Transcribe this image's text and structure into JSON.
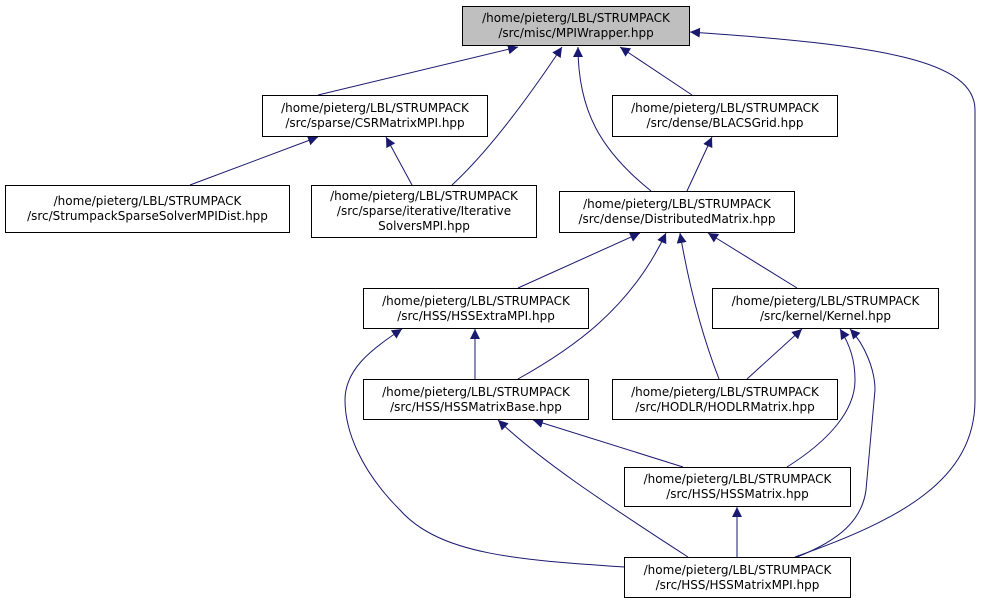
{
  "colors": {
    "edge": "#191970",
    "root_fill": "#bfbfbf",
    "node_fill": "#ffffff",
    "border": "#000000"
  },
  "nodes": {
    "mpiwrapper": [
      "/home/pieterg/LBL/STRUMPACK",
      "/src/misc/MPIWrapper.hpp"
    ],
    "csrmatrixmpi": [
      "/home/pieterg/LBL/STRUMPACK",
      "/src/sparse/CSRMatrixMPI.hpp"
    ],
    "blacsgrid": [
      "/home/pieterg/LBL/STRUMPACK",
      "/src/dense/BLACSGrid.hpp"
    ],
    "strumpacksparsesolvermpidist": [
      "/home/pieterg/LBL/STRUMPACK",
      "/src/StrumpackSparseSolverMPIDist.hpp"
    ],
    "iterativesolversmpi": [
      "/home/pieterg/LBL/STRUMPACK",
      "/src/sparse/iterative/Iterative",
      "SolversMPI.hpp"
    ],
    "distributedmatrix": [
      "/home/pieterg/LBL/STRUMPACK",
      "/src/dense/DistributedMatrix.hpp"
    ],
    "hssextrampi": [
      "/home/pieterg/LBL/STRUMPACK",
      "/src/HSS/HSSExtraMPI.hpp"
    ],
    "kernel": [
      "/home/pieterg/LBL/STRUMPACK",
      "/src/kernel/Kernel.hpp"
    ],
    "hssmatrixbase": [
      "/home/pieterg/LBL/STRUMPACK",
      "/src/HSS/HSSMatrixBase.hpp"
    ],
    "hodlrmatrix": [
      "/home/pieterg/LBL/STRUMPACK",
      "/src/HODLR/HODLRMatrix.hpp"
    ],
    "hssmatrix": [
      "/home/pieterg/LBL/STRUMPACK",
      "/src/HSS/HSSMatrix.hpp"
    ],
    "hssmatrixmpi": [
      "/home/pieterg/LBL/STRUMPACK",
      "/src/HSS/HSSMatrixMPI.hpp"
    ]
  }
}
